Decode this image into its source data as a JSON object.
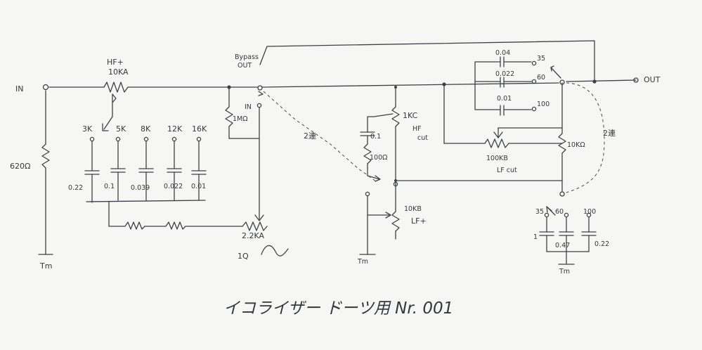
{
  "labels": {
    "in": "IN",
    "out": "OUT",
    "hf_pot": "HF+",
    "hf_pot_value": "10KA",
    "bypass": "Bypass",
    "bypass_out": "OUT",
    "in_small": "IN",
    "r_1m": "1MΩ",
    "r_620": "620Ω",
    "gnd_left": "Tm",
    "freq_3k": "3K",
    "freq_5k": "5K",
    "freq_8k": "8K",
    "freq_12k": "12K",
    "freq_16k": "16K",
    "cap_022": "0.22",
    "cap_01": "0.1",
    "cap_0039": "0.039",
    "cap_0022": "0.022",
    "cap_001": "0.01",
    "cap_004": "0.04",
    "cap_0022_top": "0.022",
    "cap_001_top": "0.01",
    "f35_top": "35",
    "f60_top": "60",
    "f100_top": "100",
    "q_pot": "2.2KA",
    "q_mark": "1Q",
    "cap_01_mid": "0.1",
    "r_100": "100Ω",
    "hf_cut_pot": "1KC",
    "hf_cut_label": "HF",
    "hf_cut_label2": "cut",
    "lf_plus_pot": "10KB",
    "lf_plus_label": "LF+",
    "gnd_mid": "Tm",
    "lf_cut_pot": "100KB",
    "lf_cut_label": "LF cut",
    "r_10k": "10KΩ",
    "dual_left": "2連",
    "dual_right": "2連",
    "f35_bot": "35",
    "f60_bot": "60",
    "f100_bot": "100",
    "cap_1": "1",
    "cap_047": "0.47",
    "cap_022_bot": "0.22",
    "gnd_right": "Tm",
    "title": "イコライザー ドーツ用 Nr. 001"
  },
  "colors": {
    "paper": "#f6f6f4",
    "ink": "#3d4046"
  }
}
